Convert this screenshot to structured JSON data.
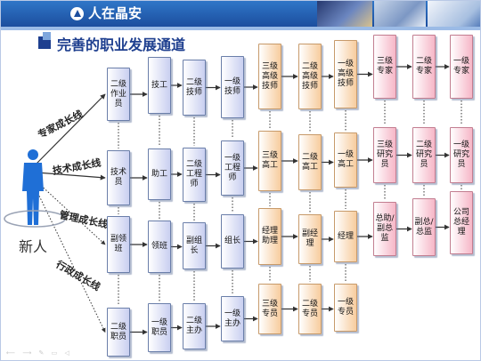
{
  "header": {
    "brand_name": "人在晶安",
    "colors": {
      "bar": "#1c4e9e",
      "title": "#1e3f8f",
      "blue_box": "#c9cff0",
      "orange_box": "#f7cc9e",
      "pink_box": "#f6b6c7"
    }
  },
  "title": "完善的职业发展通道",
  "newcomer": {
    "label": "新人",
    "icon": "person-icon"
  },
  "tracks": [
    {
      "label": "专家成长线"
    },
    {
      "label": "技术成长线"
    },
    {
      "label": "管理成长线"
    },
    {
      "label": "行政成长线"
    }
  ],
  "boxes": {
    "r1": [
      "二级作业员",
      "技工",
      "二级技师",
      "一级技师",
      "三级高级技师",
      "二级高级技师",
      "一级高级技师",
      "三级专家",
      "二级专家",
      "一级专家"
    ],
    "r2": [
      "技术员",
      "助工",
      "二级工程师",
      "一级工程师",
      "三级高工",
      "二级高工",
      "一级高工",
      "三级研究员",
      "二级研究员",
      "一级研究员"
    ],
    "r3": [
      "副领班",
      "领班",
      "副组长",
      "组长",
      "经理助理",
      "副经理",
      "经理",
      "总助/副总监",
      "副总/总监",
      "公司总经理"
    ],
    "r4": [
      "二级职员",
      "一级职员",
      "二级主办",
      "一级主办",
      "三级专员",
      "二级专员",
      "一级专员"
    ]
  },
  "footer": {
    "nav": "⟵ ⟶ ✎ ▭ ◁"
  }
}
